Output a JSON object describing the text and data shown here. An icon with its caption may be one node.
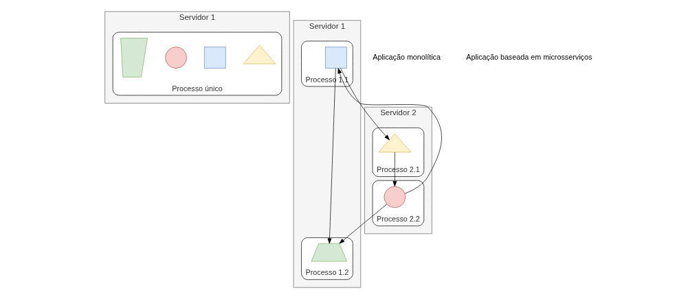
{
  "diagram": {
    "nodes": [
      {
        "text": [
          "Servidor 1"
        ]
      },
      {
        "text": [
          "Processo único"
        ],
        "in": 0
      },
      {
        "text": [],
        "shape": "triangle",
        "in": 1
      },
      {
        "text": [],
        "shape": "box",
        "in": 1
      },
      {
        "text": [],
        "shape": "circle",
        "in": 1
      },
      {
        "text": [],
        "shape": "polygon",
        "in": 1
      },
      {
        "text": [
          "Servidor 1"
        ]
      },
      {
        "text": [
          "Processo 1.1"
        ],
        "in": 6
      },
      {
        "text": [],
        "shape": "box",
        "in": 7
      },
      {
        "text": [
          "Processo 1.2"
        ],
        "in": 6
      },
      {
        "text": [],
        "shape": "trapezium",
        "in": 9
      },
      {
        "text": [
          "Servidor 2"
        ]
      },
      {
        "text": [
          "Processo 2.1"
        ],
        "in": 11
      },
      {
        "text": [],
        "shape": "triangle",
        "in": 12
      },
      {
        "text": [
          "Processo 2.2"
        ],
        "in": 11
      },
      {
        "text": [],
        "shape": "circle",
        "in": 14
      }
    ],
    "edges": [
      {
        "from": 8,
        "to": 13,
        "arrow": "to"
      },
      {
        "from": 8,
        "to": 10,
        "arrow": "to"
      },
      {
        "from": 13,
        "to": 15,
        "arrow": "to"
      },
      {
        "from": 15,
        "to": 10,
        "arrow": "to"
      },
      {
        "from": 15,
        "to": 8,
        "arrow": "to"
      }
    ],
    "labels": [
      "Aplicação monolítica",
      "Aplicação baseada em microsserviços"
    ]
  }
}
